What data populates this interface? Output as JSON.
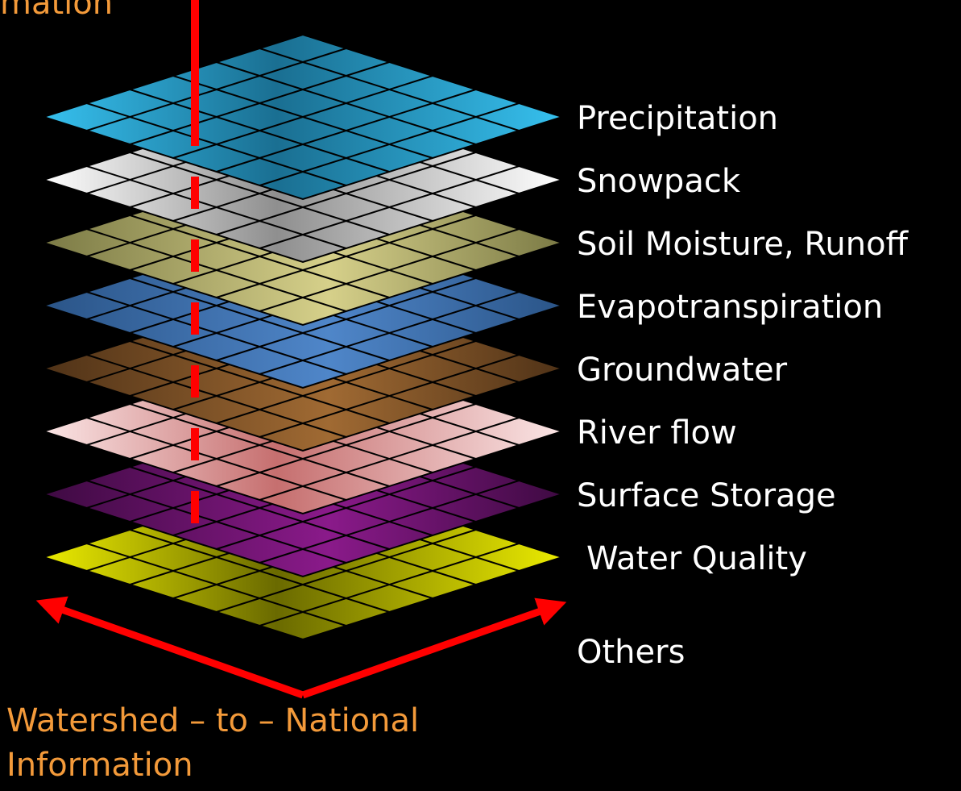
{
  "top_caption": "mation",
  "bottom_caption": {
    "line1": "Watershed – to – National",
    "line2": "Information"
  },
  "layers": [
    {
      "label": "Precipitation",
      "color_light": "#36c0ee",
      "color_dark": "#1a6f92"
    },
    {
      "label": "Snowpack",
      "color_light": "#ffffff",
      "color_dark": "#8f8f8f"
    },
    {
      "label": "Soil Moisture, Runoff",
      "color_light": "#d6d08a",
      "color_dark": "#7b7a45"
    },
    {
      "label": "Evapotranspiration",
      "color_light": "#4f86c9",
      "color_dark": "#2a5487"
    },
    {
      "label": "Groundwater",
      "color_light": "#a06a33",
      "color_dark": "#4f3217"
    },
    {
      "label": "River flow",
      "color_light": "#fbe6e6",
      "color_dark": "#c66f6f"
    },
    {
      "label": "Surface Storage",
      "color_light": "#8a1a8a",
      "color_dark": "#3e0a42"
    },
    {
      "label": "Water Quality",
      "color_light": "#ebeb00",
      "color_dark": "#6a6a00"
    }
  ],
  "others_label": "Others",
  "colors": {
    "background": "#000000",
    "accent_red": "#ff0000",
    "caption_orange": "#f39a3a",
    "label_text": "#ffffff"
  }
}
